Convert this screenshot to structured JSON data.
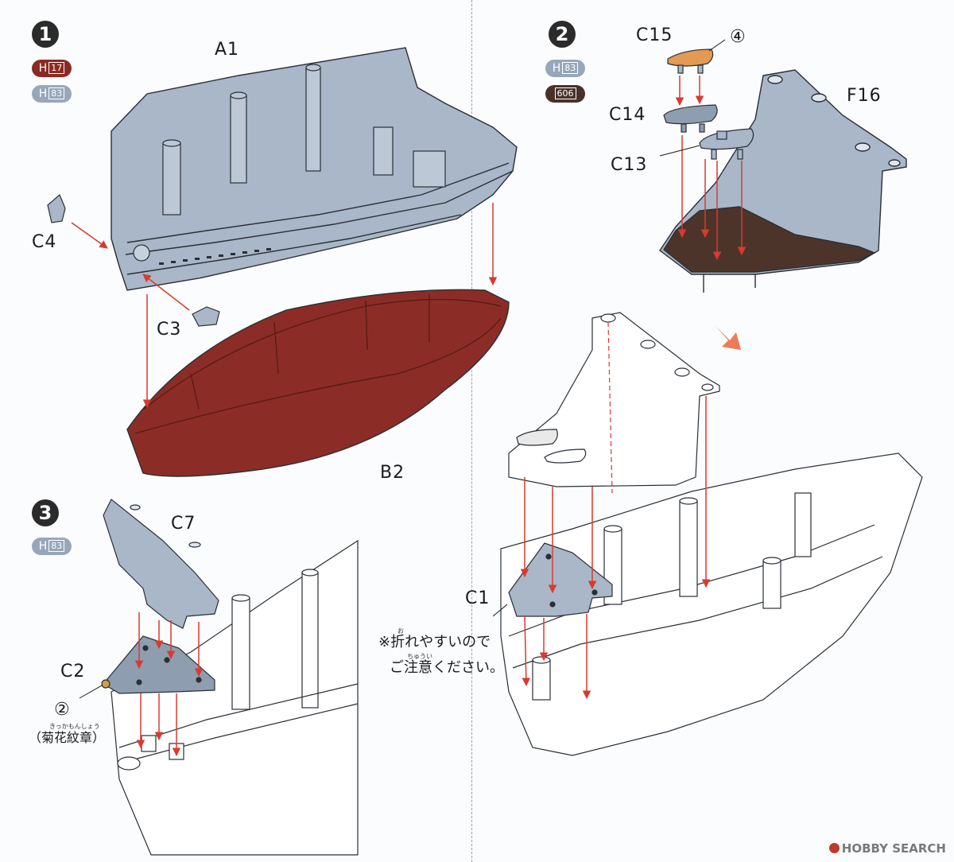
{
  "steps": [
    {
      "number": "1",
      "paints": [
        {
          "prefix": "H",
          "code": "17",
          "color": "#8b2a22"
        },
        {
          "prefix": "H",
          "code": "83",
          "color": "#97a7ba"
        }
      ]
    },
    {
      "number": "2",
      "paints": [
        {
          "prefix": "H",
          "code": "83",
          "color": "#97a7ba"
        },
        {
          "prefix": "",
          "code": "606",
          "color": "#4a3128"
        }
      ]
    },
    {
      "number": "3",
      "paints": [
        {
          "prefix": "H",
          "code": "83",
          "color": "#97a7ba"
        }
      ]
    }
  ],
  "parts": {
    "a1": "A1",
    "b2": "B2",
    "c1": "C1",
    "c2": "C2",
    "c3": "C3",
    "c4": "C4",
    "c7": "C7",
    "c13": "C13",
    "c14": "C14",
    "c15": "C15",
    "f16": "F16"
  },
  "callouts": {
    "decal_4": "④",
    "decal_2": "②",
    "decal_2_note": "（菊花紋章）",
    "decal_2_ruby": "きっかもんしょう"
  },
  "notes": {
    "fragile_line1": "※折れやすいので",
    "fragile_line2": "ご注意ください。",
    "ruby_ore": "お",
    "ruby_chuui": "ちゅうい"
  },
  "watermark": "HOBBY SEARCH",
  "colors": {
    "gray_part": "#a9b7c8",
    "red_hull": "#8b2d26",
    "deck_brown": "#4d342a",
    "arrow": "#d93a2f",
    "orange_arrow": "#f07a55"
  }
}
